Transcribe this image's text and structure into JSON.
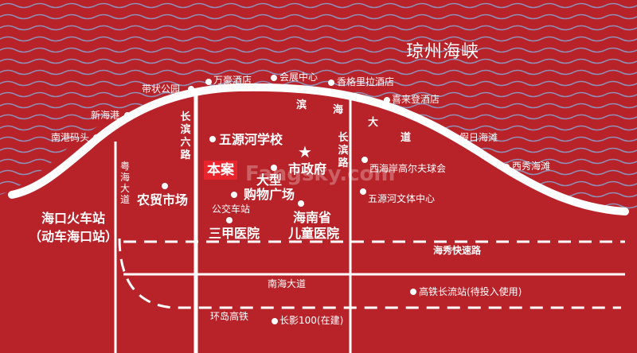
{
  "colors": {
    "background": "#b8232a",
    "land": "#b8232a",
    "water_waves": "#8f8fb5",
    "roads": "#ffffff",
    "highlight": "#e8252d"
  },
  "sea_label": "琼州海峡",
  "watermark": "Fangsky.com",
  "pois": {
    "daizhuang_park": "带状公园",
    "wanhao_hotel": "万豪酒店",
    "convention_center": "会展中心",
    "shangri_la": "香格里拉酒店",
    "xinhai_port": "新海港",
    "xilaideng": "喜来登酒店",
    "nangang_pier": "南港码头",
    "holiday_beach": "假日海滩",
    "wuyuanhe_school": "五源河学校",
    "city_hall": "市政府",
    "xihai_golf": "西海岸高尔夫球会",
    "xixiu_beach": "西秀海滩",
    "project": "本案",
    "mall_line1": "大型",
    "mall_line2": "购物广场",
    "farm_market": "农贸市场",
    "wuyuanhe_culture": "五源河文体中心",
    "bus_station": "公交车站",
    "haikou_station_line1": "海口火车站",
    "haikou_station_line2": "（动车海口站）",
    "hospital_3a": "三甲医院",
    "children_hospital_line1": "海南省",
    "children_hospital_line2": "儿童医院",
    "changliu_station": "高铁长流站(待投入使用)",
    "changying": "长影100(在建)"
  },
  "roads": {
    "changbin6": "长滨六路",
    "yuehai": "粤海大道",
    "binhai": "滨海大道",
    "changbin": "长滨路",
    "haixiu_expressway": "海秀快速路",
    "nanhai_avenue": "南海大道",
    "ring_island_rail": "环岛高铁"
  }
}
